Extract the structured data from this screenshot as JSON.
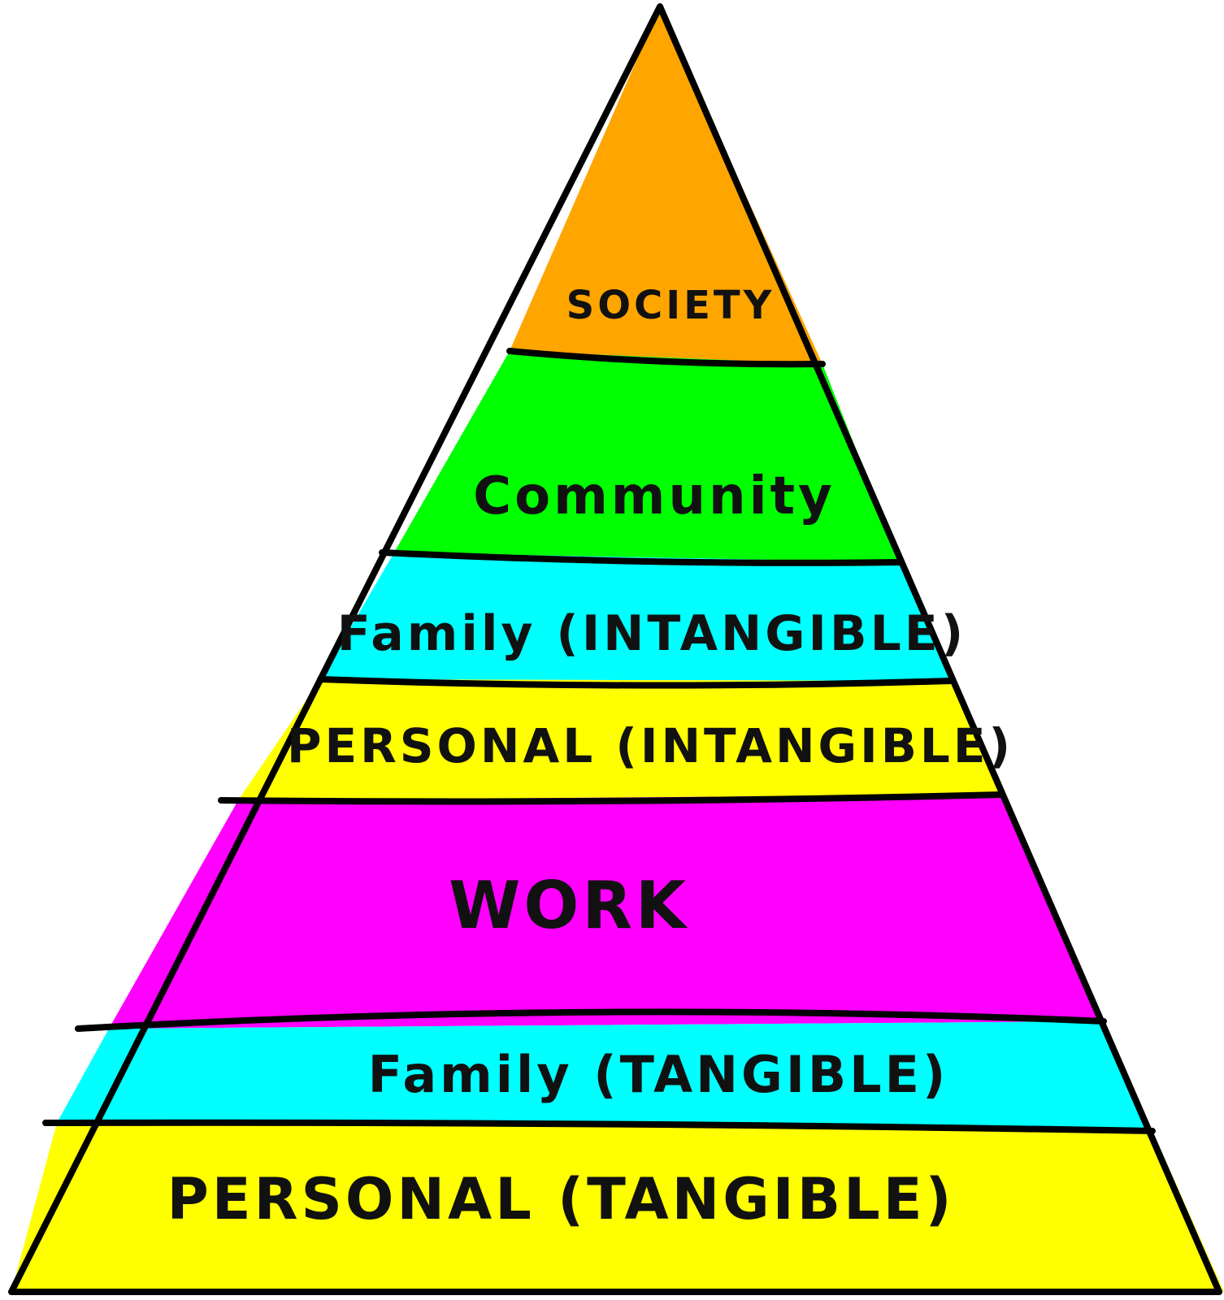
{
  "layers": [
    {
      "label": "SOCIETY",
      "color": "#FFA500"
    },
    {
      "label": "Community",
      "color": "#00FF00"
    },
    {
      "label": "Family (INTANGIBLE)",
      "color": "#00FFFF"
    },
    {
      "label": "PERSONAL (INTANGIBLE)",
      "color": "#FFFF00"
    },
    {
      "label": "WORK",
      "color": "#FF00FF"
    },
    {
      "label": "Family (TANGIBLE)",
      "color": "#00FFFF"
    },
    {
      "label": "PERSONAL (TANGIBLE)",
      "color": "#FFFF00"
    }
  ],
  "outline_color": "#000000"
}
